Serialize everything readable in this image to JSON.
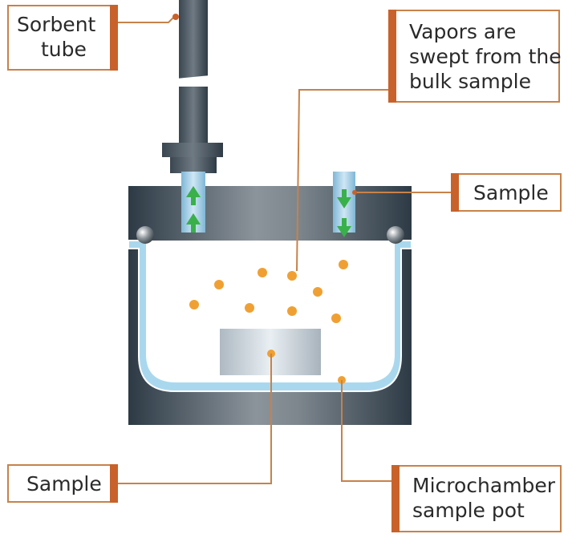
{
  "labels": {
    "sorbent_tube": [
      "Sorbent",
      "tube"
    ],
    "vapors": [
      "Vapors are",
      "swept from the",
      "bulk sample"
    ],
    "sample_right": [
      "Sample"
    ],
    "sample_bottom": [
      "Sample"
    ],
    "microchamber": [
      "Microchamber",
      "sample pot"
    ]
  },
  "colors": {
    "callout_accent": "#c8622a",
    "leader_line": "#c8824a",
    "vapor_particle": "#f0a032",
    "chamber_body": "#3f4f5c",
    "liner": "#a9d8ee",
    "arrow": "#3ab04a"
  }
}
